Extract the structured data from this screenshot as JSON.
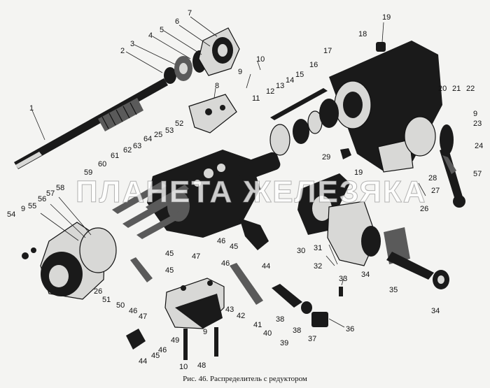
{
  "caption": "Рис. 46. Распределитель с редуктором",
  "watermark": "ПЛАНЕТА ЖЕЛЕЗЯКА",
  "labels": [
    "1",
    "2",
    "3",
    "4",
    "5",
    "6",
    "7",
    "8",
    "9",
    "10",
    "11",
    "12",
    "13",
    "14",
    "15",
    "16",
    "17",
    "18",
    "19",
    "20",
    "21",
    "22",
    "23",
    "24",
    "25",
    "26",
    "27",
    "28",
    "29",
    "30",
    "31",
    "32",
    "33",
    "34",
    "35",
    "36",
    "37",
    "38",
    "39",
    "40",
    "41",
    "42",
    "43",
    "44",
    "45",
    "46",
    "47",
    "48",
    "49",
    "50",
    "51",
    "52",
    "53",
    "54",
    "55",
    "56",
    "57",
    "58",
    "59",
    "60",
    "61",
    "62",
    "63",
    "64"
  ]
}
